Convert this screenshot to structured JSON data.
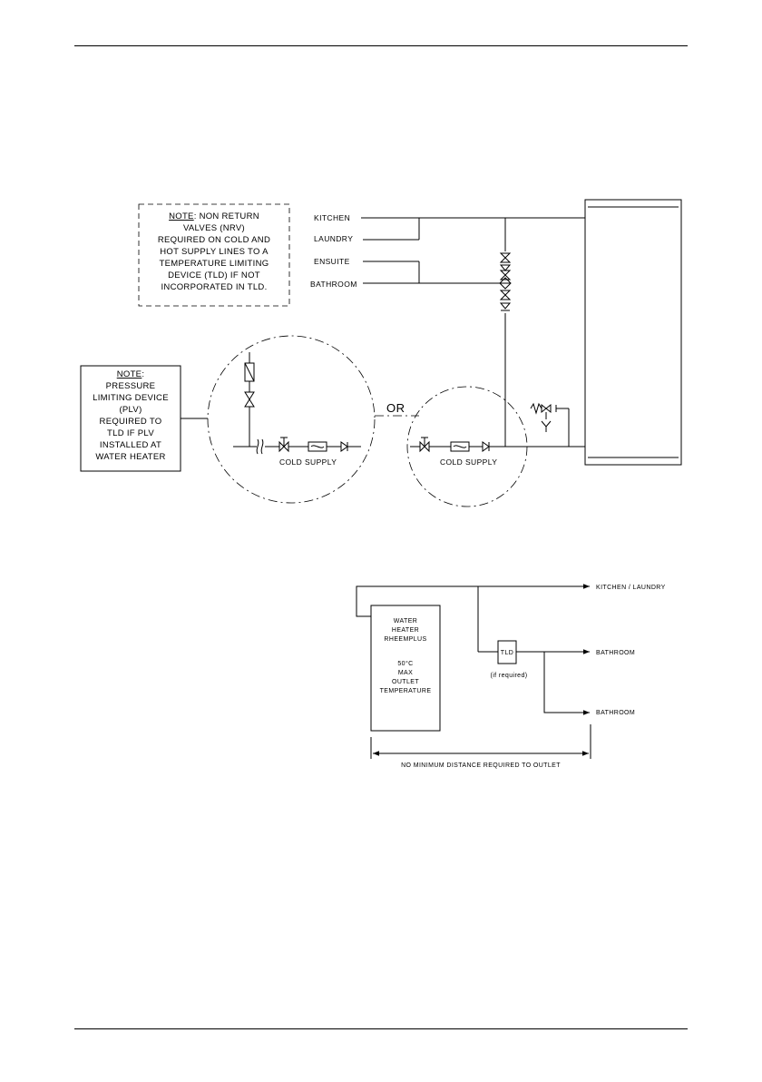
{
  "diagram_top": {
    "fixtures": [
      "KITCHEN",
      "LAUNDRY",
      "ENSUITE",
      "BATHROOM"
    ],
    "note_nrv": {
      "underlined": "NOTE",
      "line1_rest": ": NON RETURN",
      "lines": [
        "VALVES (NRV)",
        "REQUIRED ON COLD AND",
        "HOT SUPPLY LINES TO A",
        "TEMPERATURE LIMITING",
        "DEVICE (TLD) IF NOT",
        "INCORPORATED IN TLD."
      ]
    },
    "note_plv": {
      "underlined": "NOTE",
      "line1_rest": ":",
      "lines": [
        "PRESSURE",
        "LIMITING DEVICE",
        "(PLV)",
        "REQUIRED TO",
        "TLD IF PLV",
        "INSTALLED AT",
        "WATER HEATER"
      ]
    },
    "or_label": "OR",
    "cold_supply_left": "COLD SUPPLY",
    "cold_supply_right": "COLD SUPPLY"
  },
  "diagram_bottom": {
    "heater_lines": [
      "WATER",
      "HEATER",
      "RHEEMPLUS"
    ],
    "temp_lines": [
      "50°C",
      "MAX",
      "OUTLET",
      "TEMPERATURE"
    ],
    "tld_label": "TLD",
    "tld_note": "(if required)",
    "outlet_kitchen": "KITCHEN / LAUNDRY",
    "outlet_bathroom_1": "BATHROOM",
    "outlet_bathroom_2": "BATHROOM",
    "distance_label": "NO MINIMUM DISTANCE REQUIRED TO OUTLET"
  }
}
